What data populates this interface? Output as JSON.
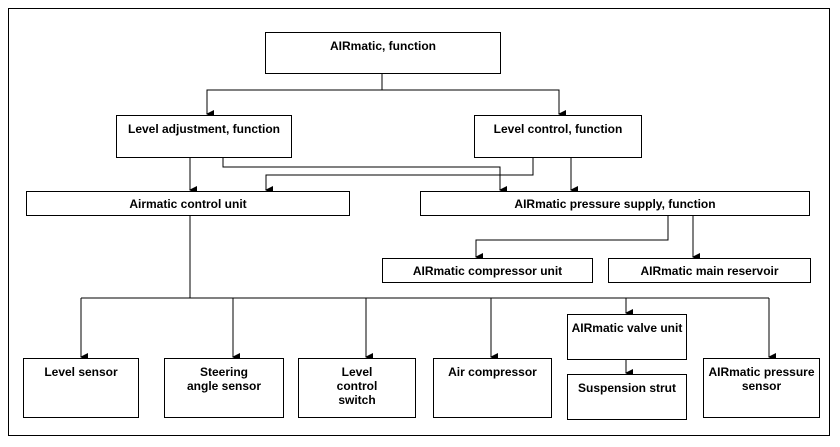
{
  "diagram": {
    "root": "AIRmatic, function",
    "level_adjustment": "Level adjustment, function",
    "level_control": "Level control, function",
    "control_unit": "Airmatic control unit",
    "pressure_supply": "AIRmatic pressure supply, function",
    "compressor_unit": "AIRmatic compressor unit",
    "main_reservoir": "AIRmatic main reservoir",
    "level_sensor": "Level sensor",
    "steering_angle_sensor": "Steering angle sensor",
    "level_control_switch": "Level control switch",
    "air_compressor": "Air compressor",
    "valve_unit": "AIRmatic valve unit",
    "suspension_strut": "Suspension strut",
    "pressure_sensor": "AIRmatic pressure sensor"
  }
}
